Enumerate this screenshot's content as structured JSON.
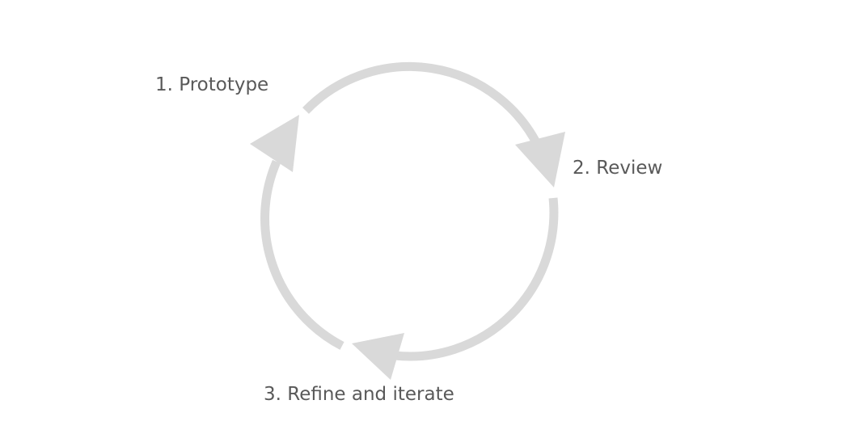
{
  "diagram": {
    "title": "",
    "steps": [
      {
        "label": "1. Prototype"
      },
      {
        "label": "2. Review"
      },
      {
        "label": "3. Refine and iterate"
      }
    ],
    "colors": {
      "arrow": "#d9d9d9",
      "text": "#595959"
    }
  }
}
